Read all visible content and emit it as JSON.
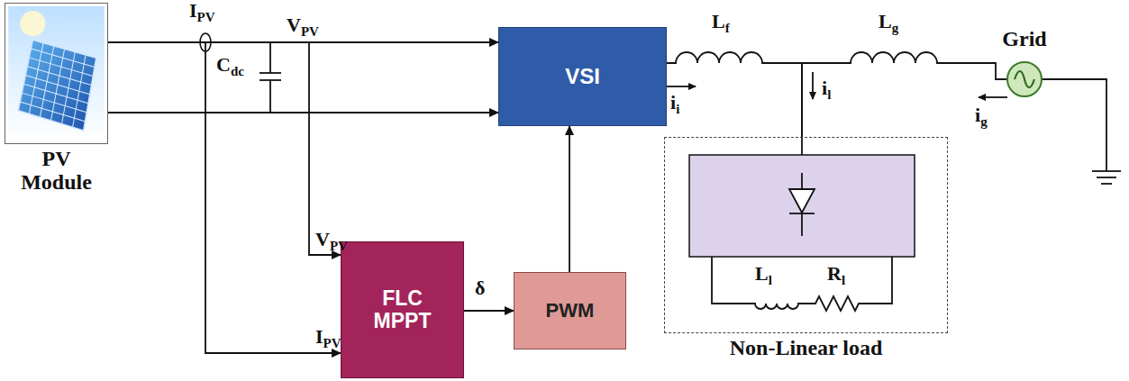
{
  "diagram": {
    "nodes": [
      {
        "text": [
          "PV Module"
        ]
      },
      {
        "text": [
          "VSI"
        ]
      },
      {
        "text": [
          "FLC MPPT"
        ]
      },
      {
        "text": [
          "PWM"
        ]
      },
      {
        "text": [
          "Non-Linear load"
        ]
      },
      {
        "text": [
          "Grid"
        ]
      }
    ],
    "edges": [
      {
        "from": 0,
        "to": 1,
        "arrow": "to"
      },
      {
        "from": 0,
        "to": 1,
        "arrow": "to"
      },
      {
        "from": 0,
        "to": 2,
        "label": "VPV",
        "arrow": "to"
      },
      {
        "from": 0,
        "to": 2,
        "label": "IPV",
        "arrow": "to"
      },
      {
        "from": 2,
        "to": 3,
        "label": "δ",
        "arrow": "to"
      },
      {
        "from": 3,
        "to": 1,
        "arrow": "to"
      },
      {
        "from": 1,
        "to": 4,
        "arrow": "none"
      },
      {
        "from": 5,
        "to": 4,
        "arrow": "none"
      }
    ],
    "labels": [
      "IPV",
      "VPV",
      "Cdc",
      "Lf",
      "Lg",
      "ii",
      "il",
      "ig",
      "Ll",
      "Rl"
    ]
  }
}
